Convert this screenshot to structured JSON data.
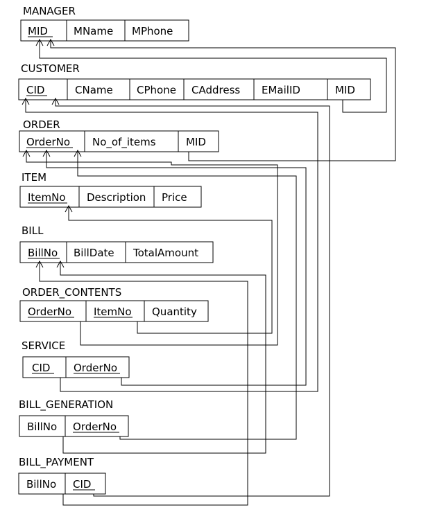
{
  "tables": [
    {
      "id": "manager",
      "name": "MANAGER",
      "attrs": [
        {
          "n": "MID",
          "pk": true
        },
        {
          "n": "MName"
        },
        {
          "n": "MPhone"
        }
      ]
    },
    {
      "id": "customer",
      "name": "CUSTOMER",
      "attrs": [
        {
          "n": "CID",
          "pk": true
        },
        {
          "n": "CName"
        },
        {
          "n": "CPhone"
        },
        {
          "n": "CAddress"
        },
        {
          "n": "EMailID"
        },
        {
          "n": "MID"
        }
      ]
    },
    {
      "id": "order",
      "name": "ORDER",
      "attrs": [
        {
          "n": "OrderNo",
          "pk": true
        },
        {
          "n": "No_of_items"
        },
        {
          "n": "MID"
        }
      ]
    },
    {
      "id": "item",
      "name": "ITEM",
      "attrs": [
        {
          "n": "ItemNo",
          "pk": true
        },
        {
          "n": "Description"
        },
        {
          "n": "Price"
        }
      ]
    },
    {
      "id": "bill",
      "name": "BILL",
      "attrs": [
        {
          "n": "BillNo",
          "pk": true
        },
        {
          "n": "BillDate"
        },
        {
          "n": "TotalAmount"
        }
      ]
    },
    {
      "id": "order-contents",
      "name": "ORDER_CONTENTS",
      "attrs": [
        {
          "n": "OrderNo",
          "pk": true
        },
        {
          "n": "ItemNo",
          "pk": true
        },
        {
          "n": "Quantity"
        }
      ]
    },
    {
      "id": "service",
      "name": "SERVICE",
      "attrs": [
        {
          "n": "CID",
          "pk": true
        },
        {
          "n": "OrderNo",
          "pk": true
        }
      ]
    },
    {
      "id": "bill-generation",
      "name": "BILL_GENERATION",
      "attrs": [
        {
          "n": "BillNo"
        },
        {
          "n": "OrderNo",
          "pk": true
        }
      ]
    },
    {
      "id": "bill-payment",
      "name": "BILL_PAYMENT",
      "attrs": [
        {
          "n": "BillNo"
        },
        {
          "n": "CID",
          "pk": true
        }
      ]
    }
  ],
  "relationships": [
    {
      "from": "CUSTOMER.MID",
      "to": "MANAGER.MID"
    },
    {
      "from": "ORDER.MID",
      "to": "MANAGER.MID"
    },
    {
      "from": "SERVICE.CID",
      "to": "CUSTOMER.CID"
    },
    {
      "from": "BILL_PAYMENT.CID",
      "to": "CUSTOMER.CID"
    },
    {
      "from": "ORDER_CONTENTS.OrderNo",
      "to": "ORDER.OrderNo"
    },
    {
      "from": "SERVICE.OrderNo",
      "to": "ORDER.OrderNo"
    },
    {
      "from": "BILL_GENERATION.OrderNo",
      "to": "ORDER.OrderNo"
    },
    {
      "from": "ORDER_CONTENTS.ItemNo",
      "to": "ITEM.ItemNo"
    },
    {
      "from": "BILL_GENERATION.BillNo",
      "to": "BILL.BillNo"
    },
    {
      "from": "BILL_PAYMENT.BillNo",
      "to": "BILL.BillNo"
    }
  ]
}
